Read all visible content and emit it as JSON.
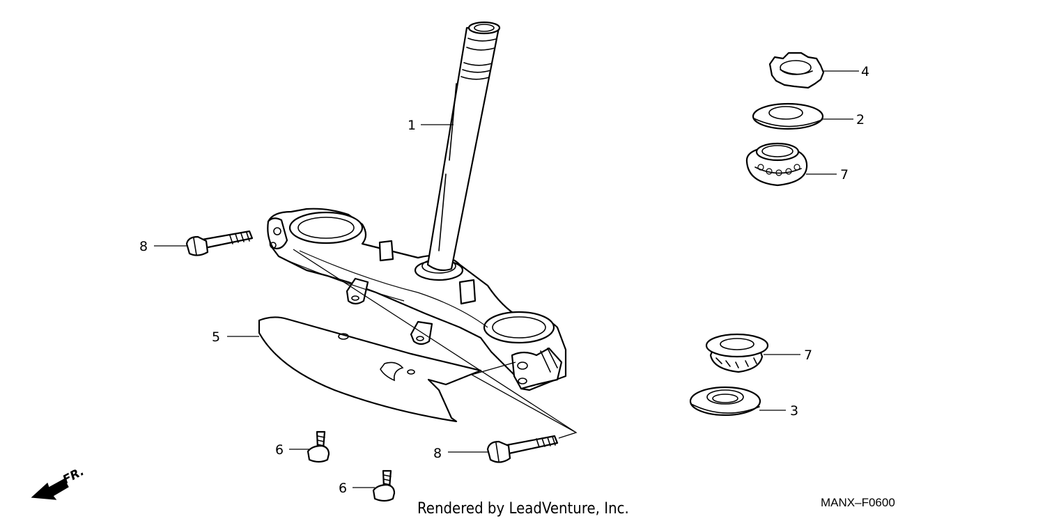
{
  "callouts": {
    "c1": "1",
    "c2": "2",
    "c3": "3",
    "c4": "4",
    "c5": "5",
    "c6a": "6",
    "c6b": "6",
    "c7a": "7",
    "c7b": "7",
    "c8a": "8",
    "c8b": "8"
  },
  "direction_label": "FR.",
  "footer": {
    "credit": "Rendered by LeadVenture, Inc.",
    "diagram_code": "MANX–F0600"
  },
  "icons": {
    "direction": "arrow-left-down-icon"
  }
}
